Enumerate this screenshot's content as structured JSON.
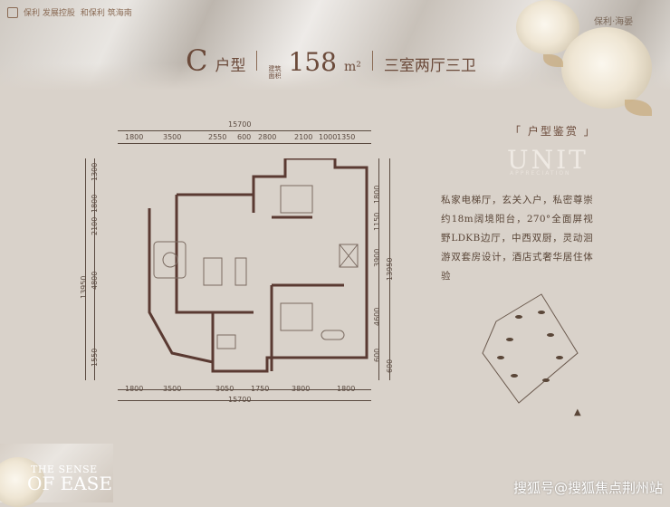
{
  "header": {
    "brand": "保利 发展控股",
    "slogan": "和保利 筑海南",
    "logo_right": "保利·海晏"
  },
  "title": {
    "type_letter": "C",
    "type_label": "户型",
    "area_label_line1": "建筑",
    "area_label_line2": "面积",
    "area_value": "158",
    "area_unit": "m²",
    "rooms": "三室两厅三卫"
  },
  "dimensions": {
    "total_top": "15700",
    "total_bottom": "15700",
    "top": [
      "1800",
      "3500",
      "2550",
      "600",
      "2800",
      "2100",
      "1000",
      "1350"
    ],
    "bottom": [
      "1800",
      "3500",
      "3050",
      "1750",
      "3800",
      "1800"
    ],
    "left_total": "13950",
    "left": [
      "1300",
      "1800",
      "2100",
      "4800",
      "1550"
    ],
    "right_total": "13950",
    "right": [
      "1150",
      "1800",
      "3900",
      "4600",
      "600",
      "600"
    ]
  },
  "panel": {
    "tag": "「 户型鉴赏 」",
    "unit_title": "UNIT",
    "unit_sub": "APPRECIATION",
    "description": "私家电梯厅，玄关入户，私密尊崇约18m阔境阳台，270°全面屏视野LDKB边厅，中西双厨，灵动洄游双套房设计，酒店式奢华居住体验"
  },
  "bottom": {
    "sense_title": "THE SENSE",
    "ease_title": "OF EASE",
    "watermark": "搜狐号@搜狐焦点荆州站"
  },
  "colors": {
    "background": "#d9d2ca",
    "accent": "#6b4a3a",
    "wall": "#5a3a32"
  }
}
